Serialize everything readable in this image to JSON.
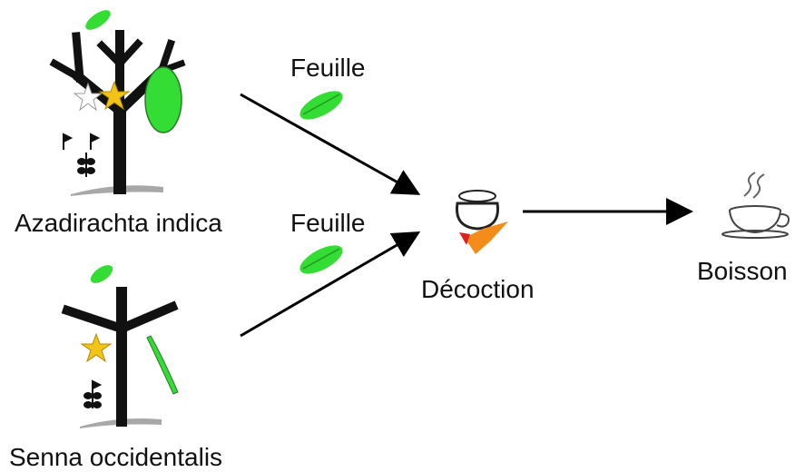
{
  "plants": [
    {
      "name": "Azadirachta indica",
      "part": "Feuille"
    },
    {
      "name": "Senna occidentalis",
      "part": "Feuille"
    }
  ],
  "process": "Décoction",
  "product": "Boisson",
  "colors": {
    "leaf": "#33dd33",
    "trunk": "#111111",
    "star": "#f2c418",
    "ground": "#a8a8a8",
    "flame": "#f28c1a",
    "arrow": "#000000"
  },
  "icons": [
    "tree-icon",
    "leaf-icon",
    "pot-icon",
    "fire-icon",
    "tea-cup-icon"
  ]
}
